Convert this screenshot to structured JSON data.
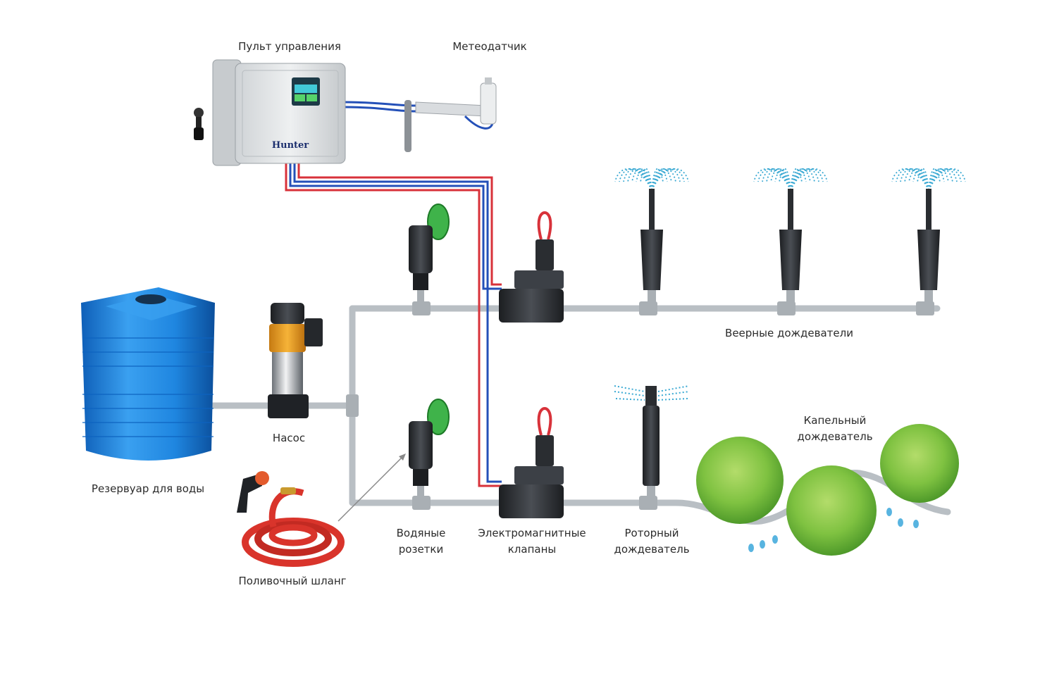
{
  "labels": {
    "controller": "Пульт управления",
    "weather_sensor": "Метеодатчик",
    "fan_sprinklers": "Веерные дождеватели",
    "pump": "Насос",
    "tank": "Резервуар для воды",
    "drip_line1": "Капельный",
    "drip_line2": "дождеватель",
    "water_outlets_line1": "Водяные",
    "water_outlets_line2": "розетки",
    "valves_line1": "Электромагнитные",
    "valves_line2": "клапаны",
    "rotor_line1": "Роторный",
    "rotor_line2": "дождеватель",
    "hose": "Поливочный шланг",
    "brand": "Hunter"
  },
  "colors": {
    "pipe": "#b9bfc4",
    "tank": "#1f86e0",
    "wire_red": "#d8323a",
    "wire_blue": "#2450b8",
    "foliage": "#7fc241",
    "hose": "#d9342b",
    "lid": "#3fb34a",
    "spray": "#3aa9d3",
    "body_dark": "#2a2d31"
  }
}
